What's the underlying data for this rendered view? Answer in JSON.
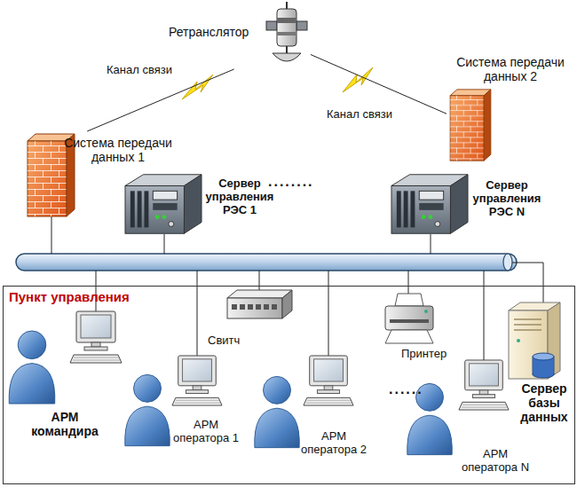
{
  "diagram": {
    "nodes": [
      {
        "text": [
          "Ретранслятор"
        ]
      },
      {
        "text": [
          "Система передачи данных 1"
        ]
      },
      {
        "text": [
          "Система передачи данных 2"
        ]
      },
      {
        "text": [
          "Сервер управления РЭС 1"
        ]
      },
      {
        "text": [
          "Сервер управления РЭС N"
        ]
      },
      {
        "text": [
          "Пункт управления"
        ]
      },
      {
        "text": [
          "АРМ командира"
        ],
        "in": 5
      },
      {
        "text": [
          "Свитч"
        ],
        "in": 5
      },
      {
        "text": [
          "Принтер"
        ],
        "in": 5
      },
      {
        "text": [
          "Сервер базы данных"
        ],
        "in": 5
      },
      {
        "text": [
          "АРМ оператора 1"
        ],
        "in": 5
      },
      {
        "text": [
          "АРМ оператора 2"
        ],
        "in": 5
      },
      {
        "text": [
          "АРМ оператора N"
        ],
        "in": 5
      }
    ],
    "edges": [
      {
        "from": 0,
        "to": 1,
        "label": "Канал связи",
        "arrow": "none"
      },
      {
        "from": 0,
        "to": 2,
        "label": "Канал связи",
        "arrow": "none"
      }
    ],
    "labels": [
      "........",
      "......"
    ]
  }
}
